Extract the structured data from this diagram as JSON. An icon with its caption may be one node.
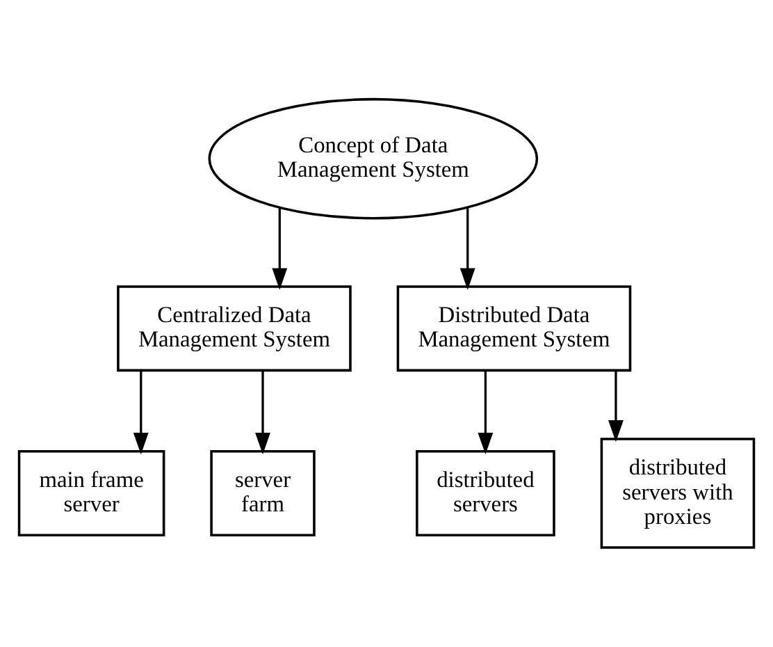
{
  "diagram": {
    "nodes": [
      {
        "text": [
          "Concept of Data Management System"
        ]
      },
      {
        "text": [
          "Centralized Data Management System"
        ]
      },
      {
        "text": [
          "Distributed Data Management System"
        ]
      },
      {
        "text": [
          "main frame server"
        ]
      },
      {
        "text": [
          "server farm"
        ]
      },
      {
        "text": [
          "distributed servers"
        ]
      },
      {
        "text": [
          "distributed servers with proxies"
        ]
      }
    ],
    "edges": [
      {
        "from": 0,
        "to": 1,
        "arrow": "to"
      },
      {
        "from": 0,
        "to": 2,
        "arrow": "to"
      },
      {
        "from": 1,
        "to": 3,
        "arrow": "to"
      },
      {
        "from": 1,
        "to": 4,
        "arrow": "to"
      },
      {
        "from": 2,
        "to": 5,
        "arrow": "to"
      },
      {
        "from": 2,
        "to": 6,
        "arrow": "to"
      }
    ]
  }
}
